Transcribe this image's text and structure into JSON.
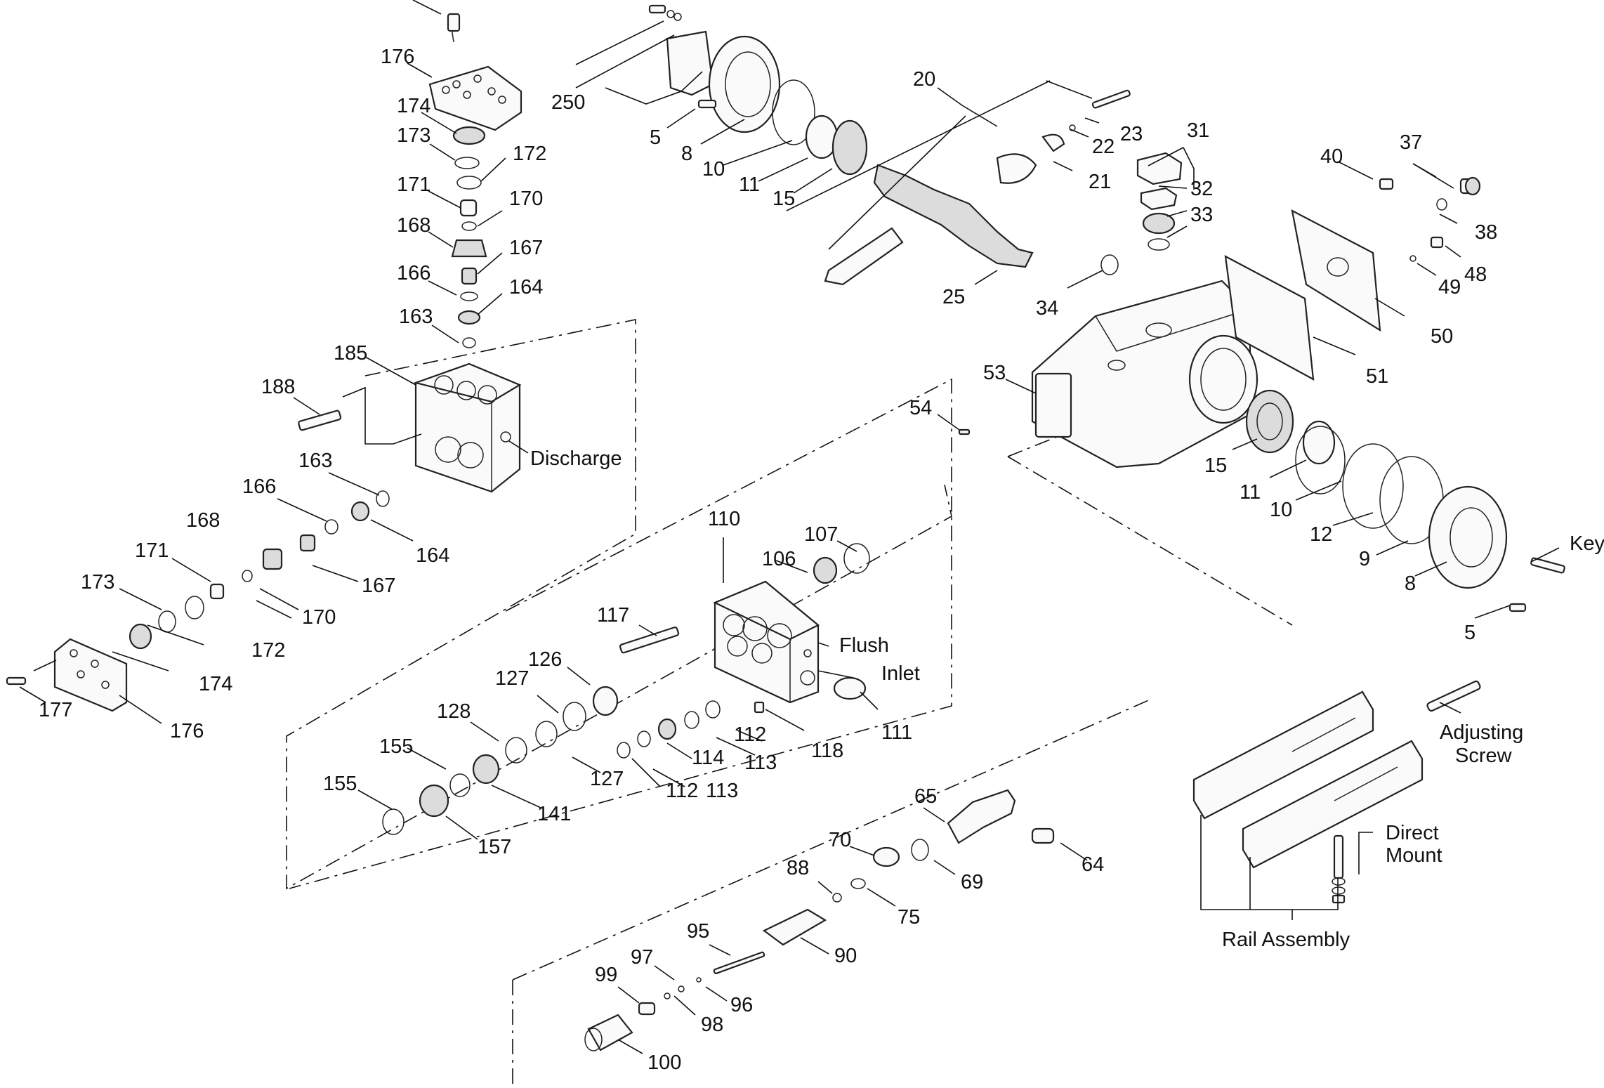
{
  "labels": {
    "l176a": "176",
    "l174a": "174",
    "l173a": "173",
    "l172a": "172",
    "l171a": "171",
    "l170a": "170",
    "l168a": "168",
    "l167a": "167",
    "l166a": "166",
    "l164a": "164",
    "l163a": "163",
    "l185": "185",
    "l188": "188",
    "discharge": "Discharge",
    "l163b": "163",
    "l166b": "166",
    "l168b": "168",
    "l164b": "164",
    "l167b": "167",
    "l171b": "171",
    "l173b": "173",
    "l170b": "170",
    "l172b": "172",
    "l174b": "174",
    "l177": "177",
    "l176b": "176",
    "l250": "250",
    "l5a": "5",
    "l8a": "8",
    "l10a": "10",
    "l11a": "11",
    "l15a": "15",
    "l20": "20",
    "l22": "22",
    "l23": "23",
    "l21": "21",
    "l25": "25",
    "l31": "31",
    "l32": "32",
    "l33": "33",
    "l34": "34",
    "l40": "40",
    "l37": "37",
    "l38": "38",
    "l48": "48",
    "l49": "49",
    "l50": "50",
    "l51": "51",
    "l53": "53",
    "l54": "54",
    "l15b": "15",
    "l11b": "11",
    "l10b": "10",
    "l12": "12",
    "l9": "9",
    "l8b": "8",
    "l5b": "5",
    "key": "Key",
    "l110": "110",
    "l107": "107",
    "l106": "106",
    "l117": "117",
    "flush": "Flush",
    "inlet": "Inlet",
    "l126": "126",
    "l127a": "127",
    "l111": "111",
    "l128": "128",
    "l112a": "112",
    "l118": "118",
    "l113a": "113",
    "l114": "114",
    "l155a": "155",
    "l127b": "127",
    "l112b": "112",
    "l113b": "113",
    "l141": "141",
    "l155b": "155",
    "l157": "157",
    "l65": "65",
    "l64": "64",
    "l70": "70",
    "l69": "69",
    "l88": "88",
    "l75": "75",
    "l95": "95",
    "l90": "90",
    "l97": "97",
    "l96": "96",
    "l99": "99",
    "l98": "98",
    "l100": "100",
    "adjusting1": "Adjusting",
    "adjusting2": "Screw",
    "direct1": "Direct",
    "direct2": "Mount",
    "rail": "Rail Assembly"
  }
}
